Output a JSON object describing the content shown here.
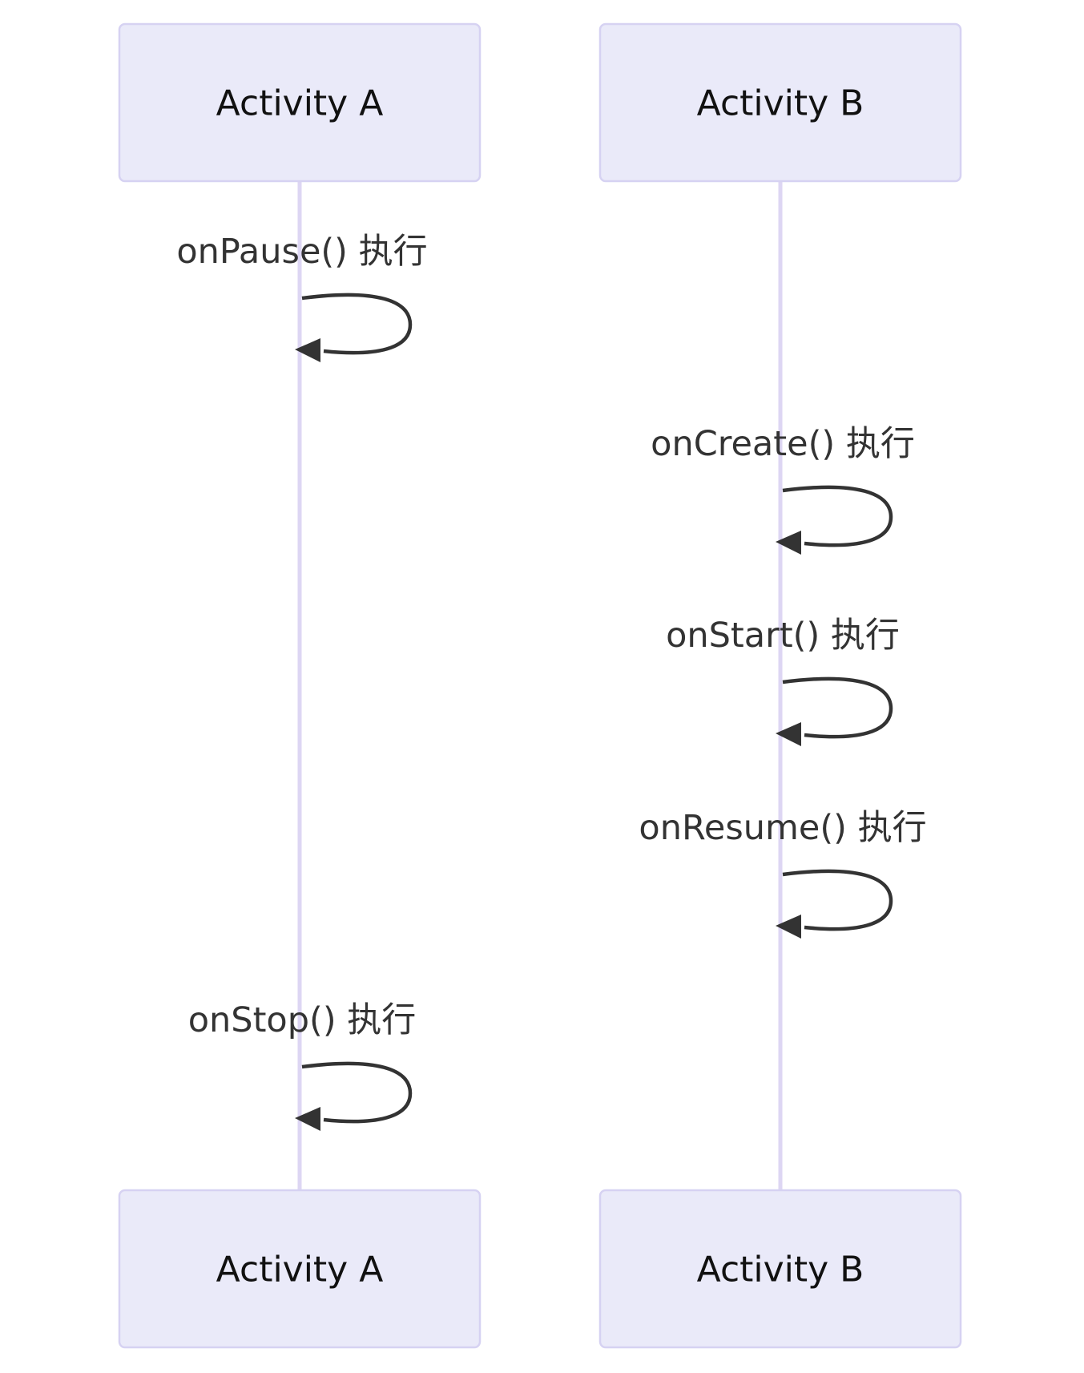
{
  "participants": [
    {
      "id": "A",
      "label": "Activity A"
    },
    {
      "id": "B",
      "label": "Activity B"
    }
  ],
  "messages": [
    {
      "from": "A",
      "to": "A",
      "label": "onPause() 执行"
    },
    {
      "from": "B",
      "to": "B",
      "label": "onCreate() 执行"
    },
    {
      "from": "B",
      "to": "B",
      "label": "onStart() 执行"
    },
    {
      "from": "B",
      "to": "B",
      "label": "onResume() 执行"
    },
    {
      "from": "A",
      "to": "A",
      "label": "onStop() 执行"
    }
  ]
}
